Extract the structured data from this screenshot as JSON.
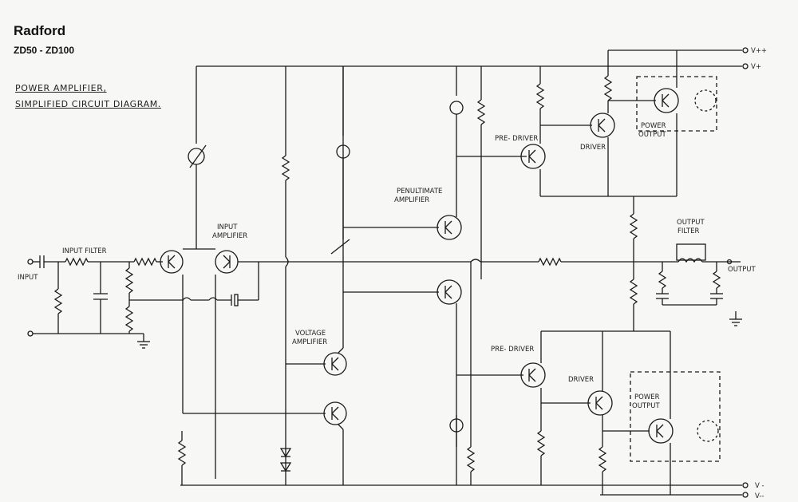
{
  "header": {
    "title": "Radford",
    "model": "ZD50 - ZD100",
    "desc_line1": "POWER  AMPLIFIER,",
    "desc_line2": "SIMPLIFIED  CIRCUIT  DIAGRAM."
  },
  "labels": {
    "input": "INPUT",
    "input_filter": "INPUT  FILTER",
    "input_amp_1": "INPUT",
    "input_amp_2": "AMPLIFIER",
    "voltage_amp_1": "VOLTAGE",
    "voltage_amp_2": "AMPLIFIER",
    "penult_1": "PENULTIMATE",
    "penult_2": "AMPLIFIER",
    "pre_driver_top": "PRE- DRIVER",
    "driver_top": "DRIVER",
    "power_top_1": "POWER",
    "power_top_2": "OUTPUT",
    "output_filter_1": "OUTPUT",
    "output_filter_2": "FILTER",
    "output": "OUTPUT",
    "pre_driver_bot": "PRE- DRIVER",
    "driver_bot": "DRIVER",
    "power_bot_1": "POWER",
    "power_bot_2": "OUTPUT"
  },
  "rails": {
    "vpp": "V++",
    "vp": "V+",
    "vm": "V -",
    "vmm": "V--"
  },
  "colors": {
    "ink": "#1a1a1a",
    "paper": "#f7f7f5"
  }
}
